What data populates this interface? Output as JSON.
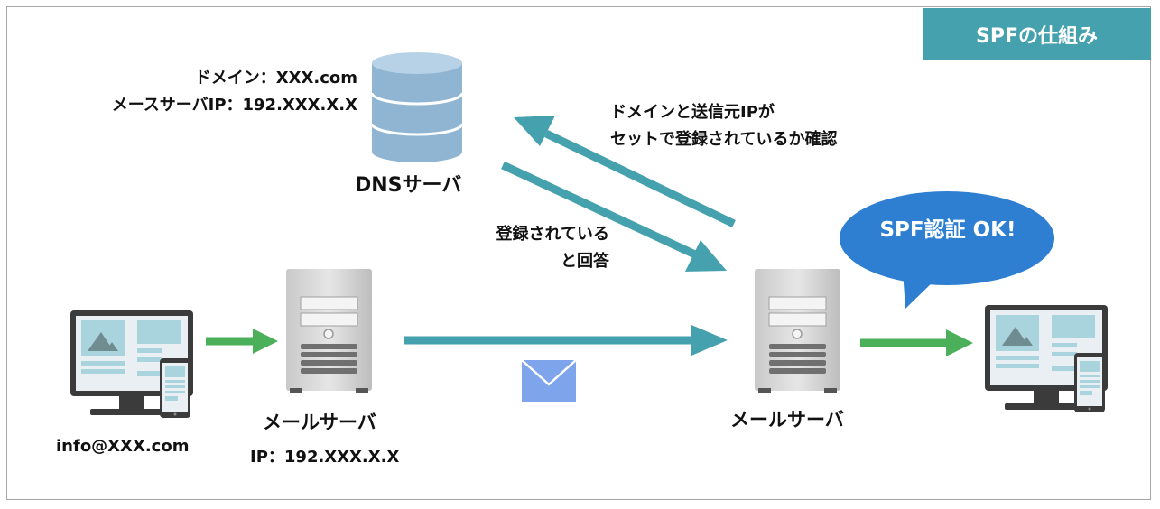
{
  "title": "SPFの仕組み",
  "dns": {
    "label": "DNSサーバ",
    "record_domain": "ドメイン：XXX.com",
    "record_ip": "メースサーバIP：192.XXX.X.X"
  },
  "query_note": {
    "line1": "ドメインと送信元IPが",
    "line2": "セットで登録されているか確認"
  },
  "answer_note": {
    "line1": "登録されている",
    "line2": "と回答"
  },
  "sender": {
    "address": "info@XXX.com"
  },
  "sending_server": {
    "label": "メールサーバ",
    "ip": "IP：192.XXX.X.X"
  },
  "receiving_server": {
    "label": "メールサーバ"
  },
  "result": {
    "text": "SPF認証 OK!"
  },
  "colors": {
    "teal": "#45a1ad",
    "green": "#4caf5a",
    "bubble": "#2e7fd1",
    "envelope": "#7ea5eb",
    "db": "#8fb5d3"
  }
}
